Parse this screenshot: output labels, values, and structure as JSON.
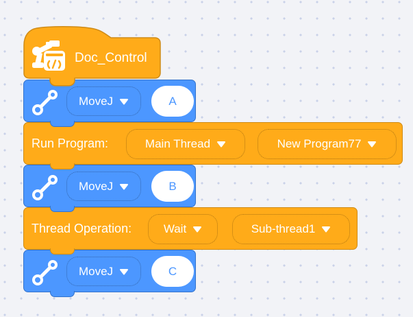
{
  "workspace": {
    "background": "#f2f3f7",
    "dot_color": "#c9d2e8"
  },
  "colors": {
    "orange": "#FFAB19",
    "orange_border": "#CF8B17",
    "blue": "#4C97FF",
    "blue_border": "#3373CC",
    "field_text_blue": "#4C97FF",
    "text_white": "#FFFFFF"
  },
  "script": {
    "hat": {
      "label": "Doc_Control",
      "icon": "robot-arm-icon"
    },
    "blocks": [
      {
        "name": "movej-a",
        "icon": "joint-move-icon",
        "motion_type": "MoveJ",
        "point": "A"
      },
      {
        "name": "run-program",
        "label": "Run Program:",
        "thread": "Main Thread",
        "program": "New Program77"
      },
      {
        "name": "movej-b",
        "icon": "joint-move-icon",
        "motion_type": "MoveJ",
        "point": "B"
      },
      {
        "name": "thread-operation",
        "label": "Thread Operation:",
        "operation": "Wait",
        "thread": "Sub-thread1"
      },
      {
        "name": "movej-c",
        "icon": "joint-move-icon",
        "motion_type": "MoveJ",
        "point": "C"
      }
    ]
  }
}
